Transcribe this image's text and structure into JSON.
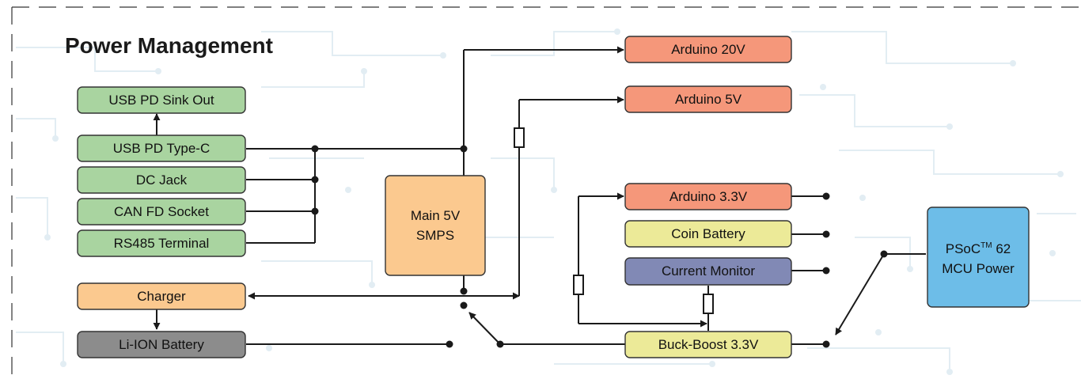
{
  "title": "Power Management",
  "blocks": {
    "usb_pd_sink_out": "USB PD Sink Out",
    "usb_pd_type_c": "USB PD Type-C",
    "dc_jack": "DC Jack",
    "can_fd_socket": "CAN FD Socket",
    "rs485_terminal": "RS485 Terminal",
    "charger": "Charger",
    "li_ion_battery": "Li-ION Battery",
    "main_smps_line1": "Main 5V",
    "main_smps_line2": "SMPS",
    "arduino_20v": "Arduino 20V",
    "arduino_5v": "Arduino 5V",
    "arduino_3v3": "Arduino 3.3V",
    "coin_battery": "Coin Battery",
    "current_monitor": "Current Monitor",
    "buck_boost": "Buck-Boost 3.3V",
    "psoc_line1_prefix": "PSoC",
    "psoc_line1_tm": "TM",
    "psoc_line1_suffix": " 62",
    "psoc_line2": "MCU Power"
  },
  "colors": {
    "green": "#a9d4a0",
    "orange_light": "#fbc98f",
    "salmon": "#f5977a",
    "gray": "#8c8c8c",
    "yellow": "#ecea98",
    "slate": "#8189b5",
    "blue": "#6dbde8",
    "background_pattern": "#e4eef4"
  }
}
